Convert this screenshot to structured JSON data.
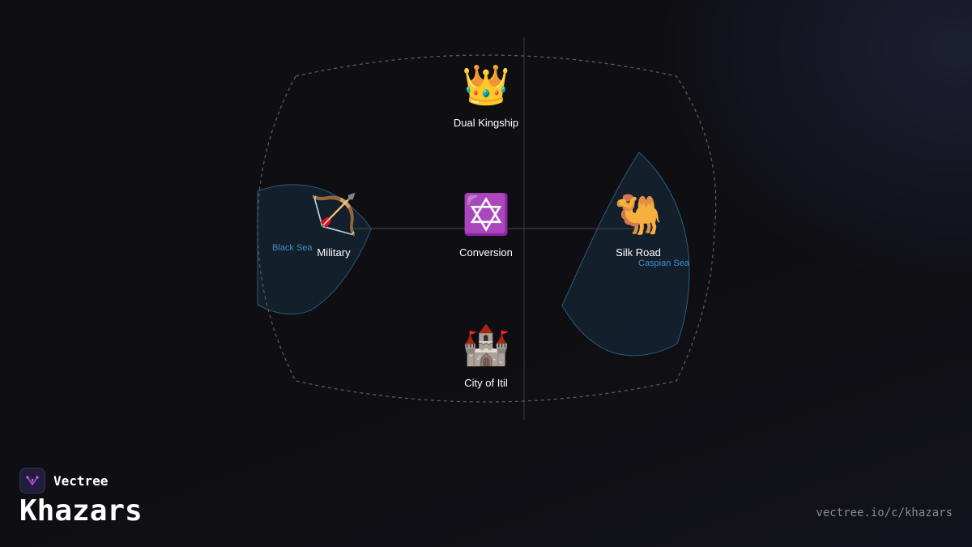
{
  "nodes": {
    "top": {
      "label": "Dual Kingship",
      "icon": "crown-icon",
      "emoji": "👑"
    },
    "left": {
      "label": "Military",
      "icon": "bow-and-arrow-icon",
      "emoji": "🏹"
    },
    "center": {
      "label": "Conversion",
      "icon": "star-of-david-icon",
      "emoji": "✡️"
    },
    "right": {
      "label": "Silk Road",
      "icon": "camel-icon",
      "emoji": "🐫"
    },
    "bottom": {
      "label": "City of Itil",
      "icon": "castle-icon",
      "emoji": "🏰"
    }
  },
  "seas": {
    "black": "Black Sea",
    "caspian": "Caspian Sea"
  },
  "colors": {
    "sea_fill": "#142230",
    "sea_stroke": "#2c5b7a",
    "sea_label": "#3f8fce",
    "boundary": "#5a5a5e"
  },
  "brand": {
    "name": "Vectree",
    "logo_icon": "vectree-logo-icon"
  },
  "title": "Khazars",
  "url": "vectree.io/c/khazars"
}
